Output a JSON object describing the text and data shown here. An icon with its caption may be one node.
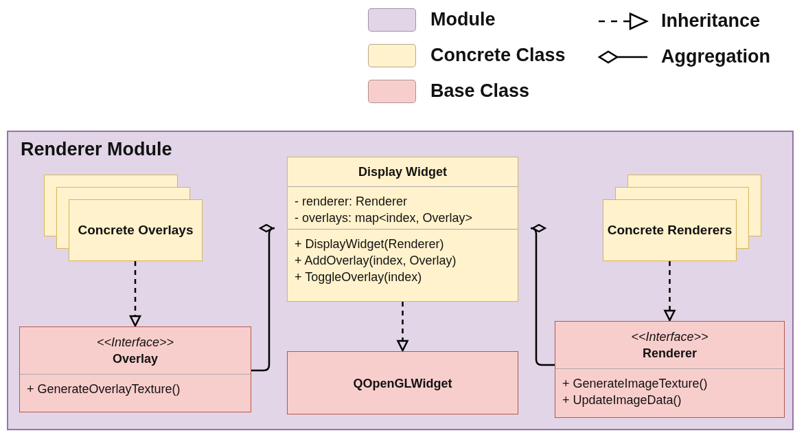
{
  "diagram": {
    "nodes": [
      {
        "text": [
          "Renderer Module"
        ]
      },
      {
        "text": [
          "Concrete Overlays"
        ],
        "in": 0
      },
      {
        "text": [
          "Display Widget",
          "- renderer: Renderer",
          "- overlays: map<index, Overlay>",
          "+ DisplayWidget(Renderer)",
          "+ AddOverlay(index, Overlay)",
          "+ ToggleOverlay(index)"
        ],
        "in": 0
      },
      {
        "text": [
          "Concrete Renderers"
        ],
        "in": 0
      },
      {
        "text": [
          "<<Interface>>",
          "Overlay",
          "+ GenerateOverlayTexture()"
        ],
        "in": 0
      },
      {
        "text": [
          "QOpenGLWidget"
        ],
        "in": 0
      },
      {
        "text": [
          "<<Interface>>",
          "Renderer",
          "+ GenerateImageTexture()",
          "+ UpdateImageData()"
        ],
        "in": 0
      }
    ],
    "edges": [
      {
        "from": 1,
        "to": 4,
        "arrow": "to",
        "style": "dashed"
      },
      {
        "from": 2,
        "to": 5,
        "arrow": "to",
        "style": "dashed"
      },
      {
        "from": 3,
        "to": 6,
        "arrow": "to",
        "style": "dashed"
      },
      {
        "from": 2,
        "to": 4,
        "arrow": "other"
      },
      {
        "from": 2,
        "to": 6,
        "arrow": "other"
      }
    ],
    "legend": [
      {
        "text": "Module",
        "color": "#e1d5e7"
      },
      {
        "text": "Concrete Class",
        "color": "#fff2cc"
      },
      {
        "text": "Base Class",
        "color": "#f8cecc"
      },
      {
        "text": "Inheritance"
      },
      {
        "text": "Aggregation"
      }
    ]
  }
}
